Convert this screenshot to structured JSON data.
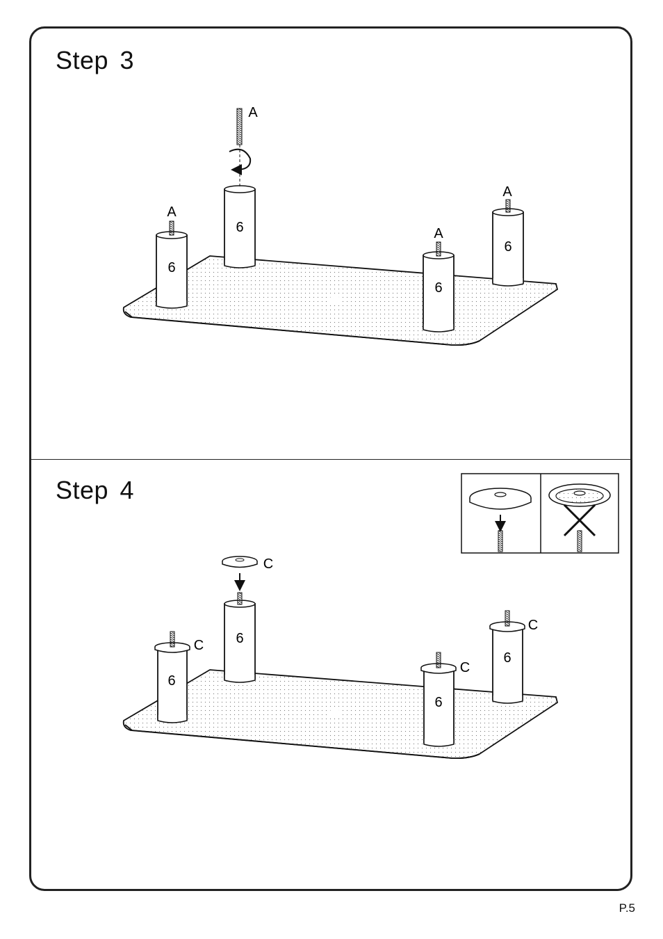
{
  "step3": {
    "title": "Step  3",
    "screw_label": "A",
    "leg_label": "6"
  },
  "step4": {
    "title": "Step  4",
    "glide_label": "C",
    "leg_label": "6"
  },
  "page_number": "P.5"
}
